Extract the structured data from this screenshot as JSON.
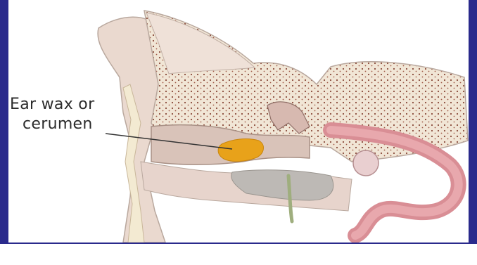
{
  "slide": {
    "frame_color": "#2a2a8c",
    "background_color": "#ffffff"
  },
  "illustration": {
    "subject": "ear cross-section icon",
    "wax_color": "#e8a21a"
  },
  "annotation": {
    "line1": "Ear wax or",
    "line2": "cerumen"
  }
}
